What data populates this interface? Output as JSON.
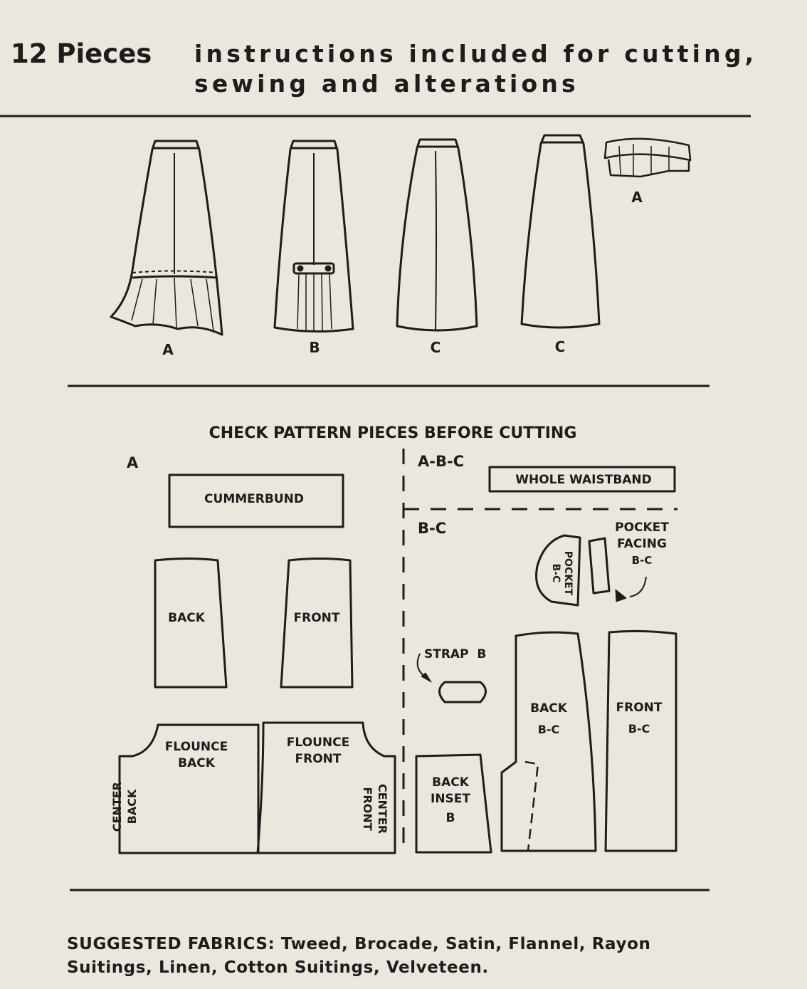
{
  "header": {
    "pieces": "12 Pieces",
    "instructions_line1": "instructions included for cutting,",
    "instructions_line2": "sewing and alterations"
  },
  "views": {
    "skirt1": "A",
    "skirt2": "B",
    "skirt3": "C",
    "skirt4": "C",
    "cummerbund_view": "A"
  },
  "pattern_pieces": {
    "title": "CHECK PATTERN PIECES BEFORE CUTTING",
    "section_a": "A",
    "section_abc": "A-B-C",
    "section_bc": "B-C",
    "cummerbund": "CUMMERBUND",
    "whole_waistband": "WHOLE WAISTBAND",
    "back_a": "BACK",
    "front_a": "FRONT",
    "flounce_back": [
      "FLOUNCE",
      "BACK"
    ],
    "center_back": [
      "CENTER",
      "BACK"
    ],
    "flounce_front": [
      "FLOUNCE",
      "FRONT"
    ],
    "center_front": [
      "CENTER",
      "FRONT"
    ],
    "pocket": [
      "POCKET",
      "B-C"
    ],
    "pocket_facing": [
      "POCKET",
      "FACING",
      "B-C"
    ],
    "strap": "STRAP  B",
    "back_inset": [
      "BACK",
      "INSET",
      "B"
    ],
    "back_bc": [
      "BACK",
      "B-C"
    ],
    "front_bc": [
      "FRONT",
      "B-C"
    ]
  },
  "fabrics": {
    "line1": "SUGGESTED FABRICS: Tweed, Brocade, Satin, Flannel, Rayon",
    "line2": "Suitings, Linen, Cotton Suitings, Velveteen."
  }
}
